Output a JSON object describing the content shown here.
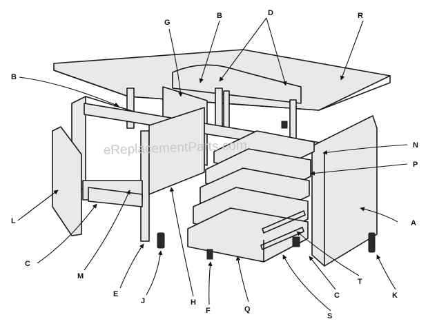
{
  "watermark": "eReplacementParts.com",
  "callouts": [
    "A",
    "B",
    "B",
    "C",
    "C",
    "D",
    "E",
    "F",
    "G",
    "H",
    "J",
    "K",
    "L",
    "M",
    "N",
    "P",
    "Q",
    "R",
    "S",
    "T"
  ],
  "colors": {
    "ink": "#1a1a1a",
    "panel": "#e9e9e9",
    "watermark": "#c9c9c9"
  }
}
